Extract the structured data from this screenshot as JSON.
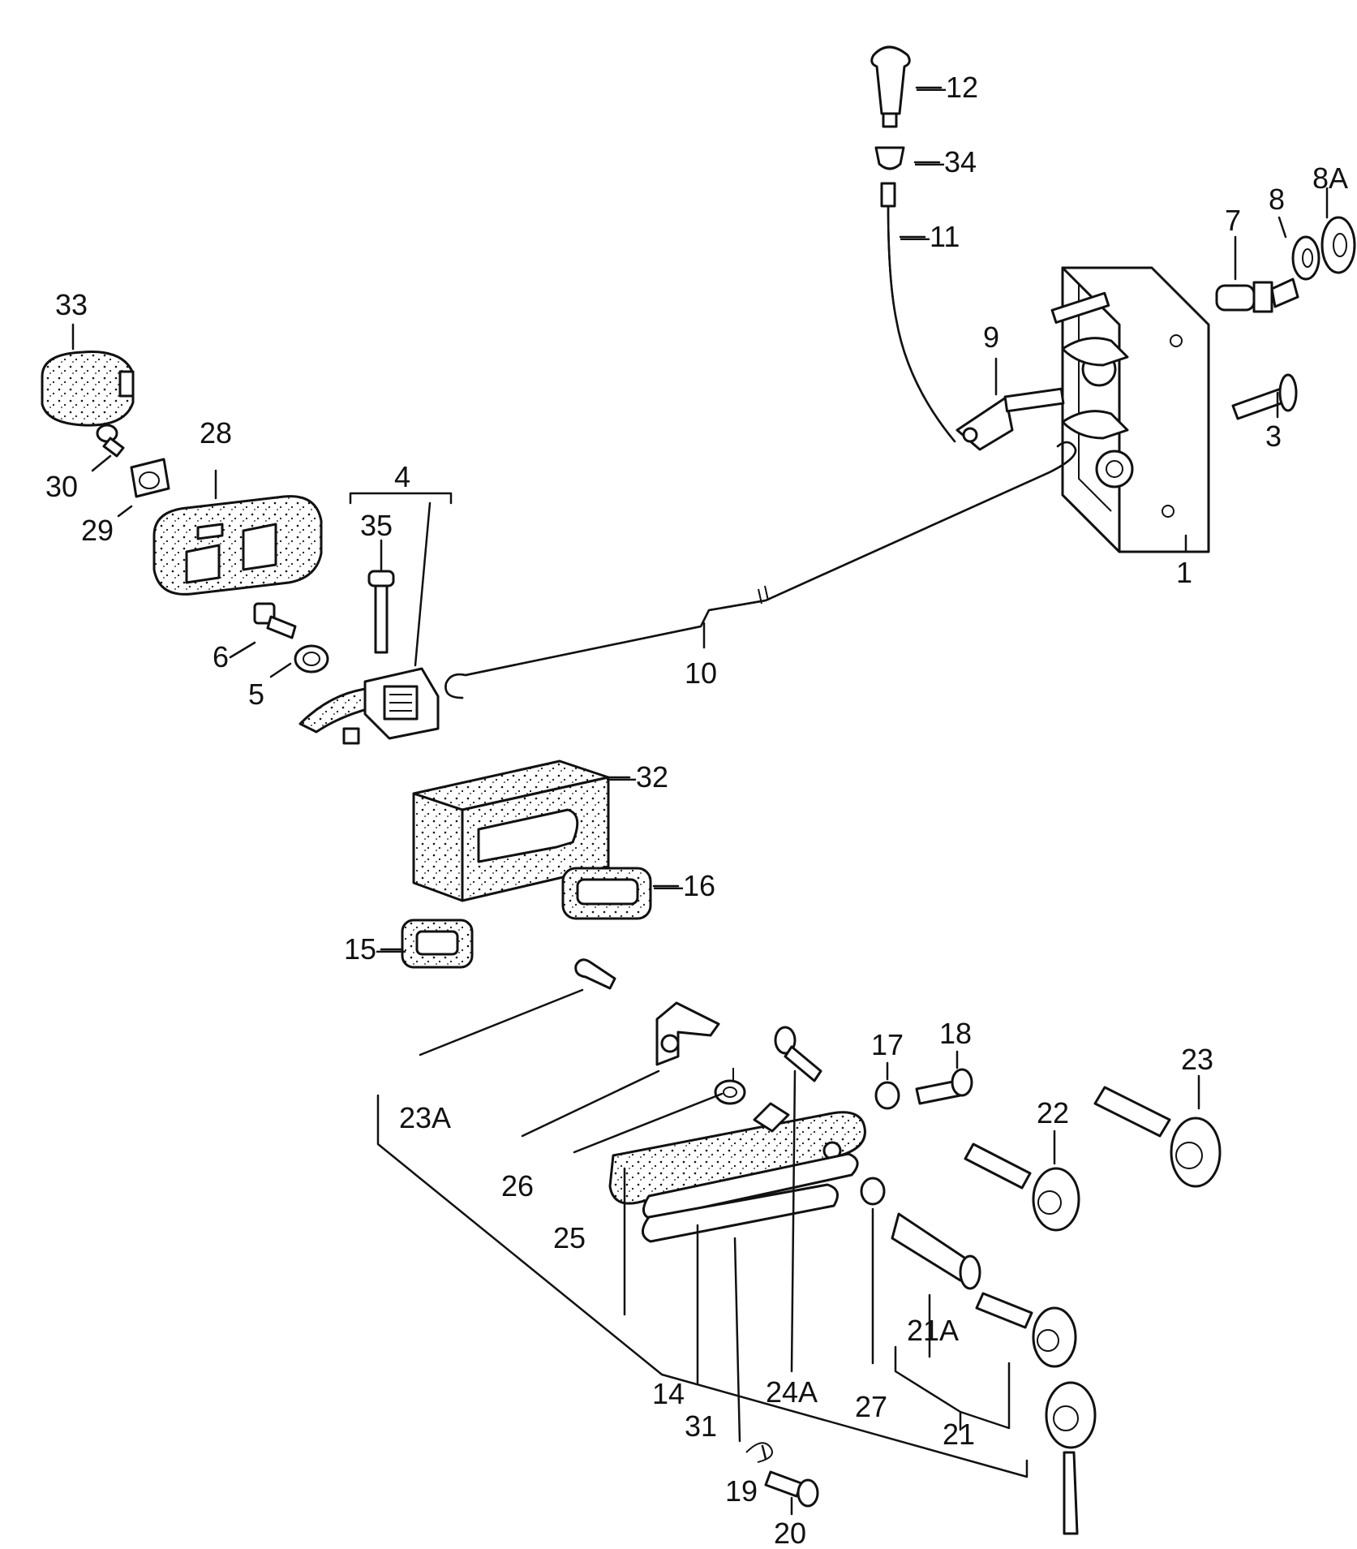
{
  "labels": {
    "l1": "1",
    "l3": "3",
    "l4": "4",
    "l5": "5",
    "l6": "6",
    "l7": "7",
    "l8": "8",
    "l8A": "8A",
    "l9": "9",
    "l10": "10",
    "l11": "—11",
    "l12": "—12",
    "l14": "14",
    "l15": "15—",
    "l16": "—16",
    "l17": "17",
    "l18": "18",
    "l19": "19",
    "l20": "20",
    "l21": "21",
    "l21A": "21A",
    "l22": "22",
    "l23": "23",
    "l23A": "23A",
    "l24A": "24A",
    "l25": "25",
    "l26": "26",
    "l27": "27",
    "l28": "28",
    "l29": "29",
    "l30": "30",
    "l31": "31",
    "l32": "—32",
    "l33": "33",
    "l34": "—34",
    "l35": "35"
  }
}
